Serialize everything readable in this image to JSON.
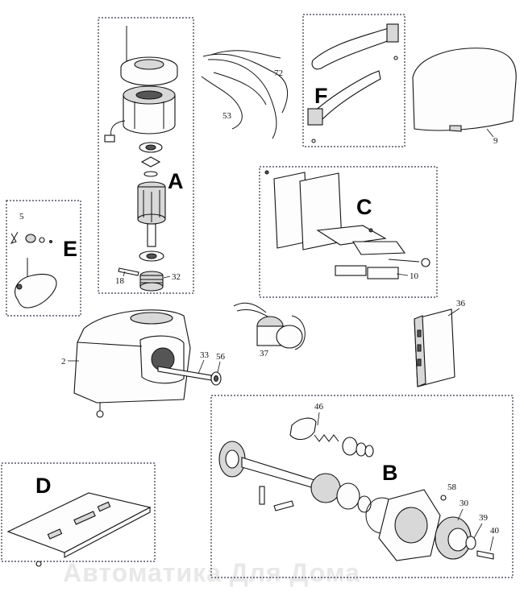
{
  "groups": {
    "A": "A",
    "B": "B",
    "C": "C",
    "D": "D",
    "E": "E",
    "F": "F"
  },
  "callouts": {
    "p2": "2",
    "p5": "5",
    "p9": "9",
    "p10": "10",
    "p18": "18",
    "p30": "30",
    "p32": "32",
    "p33": "33",
    "p36": "36",
    "p37": "37",
    "p39": "39",
    "p40": "40",
    "p46": "46",
    "p53": "53",
    "p56": "56",
    "p58": "58",
    "p72": "72"
  },
  "watermark": "Автоматика Для Дома"
}
